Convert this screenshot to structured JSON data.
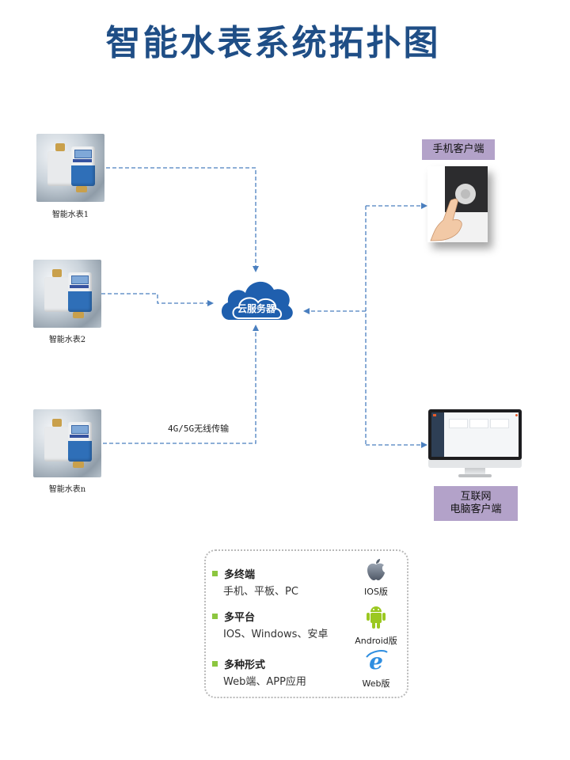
{
  "title": "智能水表系统拓扑图",
  "meters": [
    {
      "label": "智能水表1"
    },
    {
      "label": "智能水表2"
    },
    {
      "label": "智能水表n"
    }
  ],
  "cloud": {
    "label": "云服务器",
    "color": "#1f5fae"
  },
  "wireless_label": "4G/5G无线传输",
  "clients": {
    "mobile": {
      "label": "手机客户端"
    },
    "pc": {
      "label_line1": "互联网",
      "label_line2": "电脑客户端"
    }
  },
  "features": [
    {
      "title": "多终端",
      "desc": "手机、平板、PC"
    },
    {
      "title": "多平台",
      "desc": "IOS、Windows、安卓"
    },
    {
      "title": "多种形式",
      "desc": "Web端、APP应用"
    }
  ],
  "platforms": [
    {
      "icon": "apple-icon",
      "label": "IOS版"
    },
    {
      "icon": "android-icon",
      "label": "Android版"
    },
    {
      "icon": "ie-icon",
      "label": "Web版"
    }
  ],
  "colors": {
    "title": "#1f4e86",
    "connector": "#4a7fbf",
    "label_box": "#b3a2c9",
    "bullet": "#8cc63f"
  }
}
